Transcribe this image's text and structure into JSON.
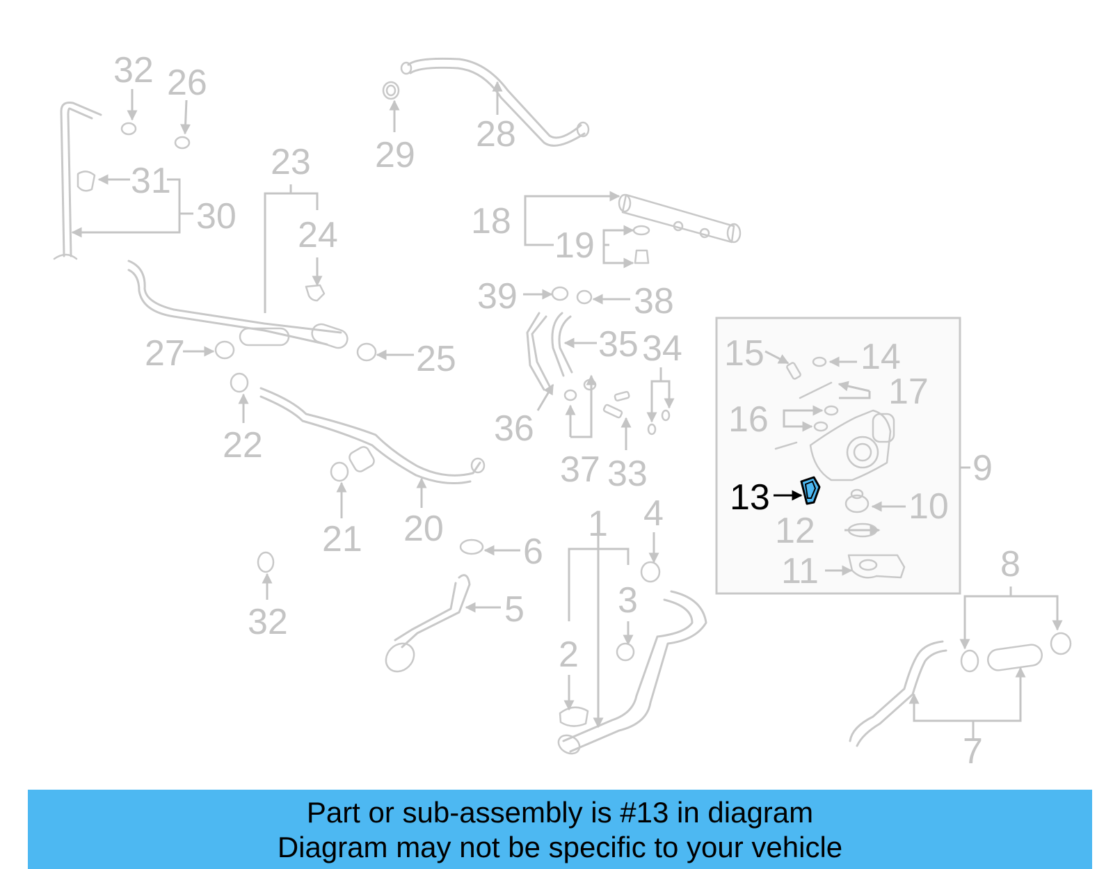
{
  "highlight_part": "13",
  "colors": {
    "banner": "#4db8f2",
    "highlight_fill": "#4db8f2",
    "callout": "#c4c4c4",
    "highlight_text": "#000000"
  },
  "callouts": {
    "c1": "1",
    "c2": "2",
    "c3": "3",
    "c4": "4",
    "c5": "5",
    "c6": "6",
    "c7": "7",
    "c8": "8",
    "c9": "9",
    "c10": "10",
    "c11": "11",
    "c12": "12",
    "c13": "13",
    "c14": "14",
    "c15": "15",
    "c16": "16",
    "c17": "17",
    "c18": "18",
    "c19": "19",
    "c20": "20",
    "c21": "21",
    "c22": "22",
    "c23": "23",
    "c24": "24",
    "c25": "25",
    "c26": "26",
    "c27": "27",
    "c28": "28",
    "c29": "29",
    "c30": "30",
    "c31": "31",
    "c32a": "32",
    "c32b": "32",
    "c33": "33",
    "c34": "34",
    "c35": "35",
    "c36": "36",
    "c37": "37",
    "c38": "38",
    "c39": "39"
  },
  "banner": {
    "line1": "Part or sub-assembly is #13 in diagram",
    "line2": "Diagram may not be specific to your vehicle"
  }
}
